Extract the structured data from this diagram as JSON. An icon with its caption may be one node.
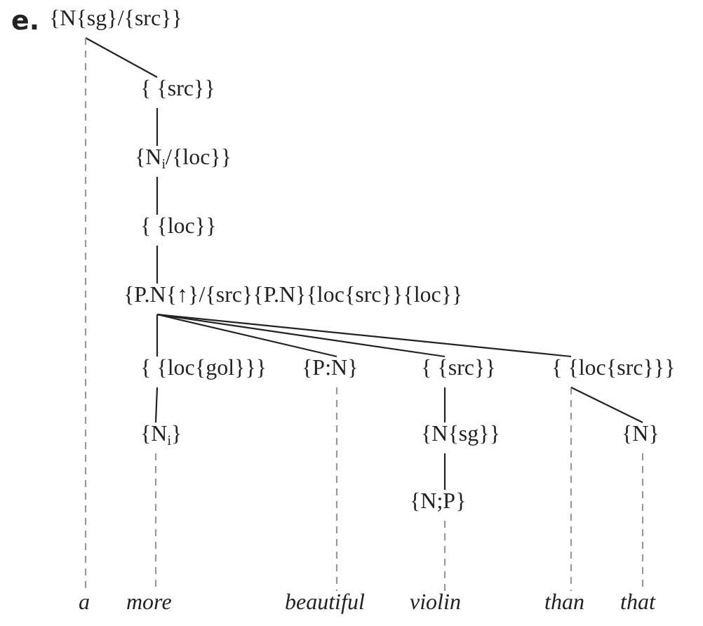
{
  "diagram": {
    "nodes": [
      {
        "text": [
          "{N{sg}/{src}}"
        ]
      },
      {
        "text": [
          "{ {src}}"
        ]
      },
      {
        "text": [
          "{N$_{i}$/{loc}}"
        ]
      },
      {
        "text": [
          "{ {loc}}"
        ]
      },
      {
        "text": [
          "{P.N{↑}/{src}{P.N}{loc{src}}{loc}}"
        ]
      },
      {
        "text": [
          "{ {loc{gol}}}"
        ]
      },
      {
        "text": [
          "{P:N}"
        ]
      },
      {
        "text": [
          "{ {src}}"
        ]
      },
      {
        "text": [
          "{ {loc{src}}}"
        ]
      },
      {
        "text": [
          "{N$_{i}$}"
        ]
      },
      {
        "text": [
          "{N{sg}}"
        ]
      },
      {
        "text": [
          "{N}"
        ]
      },
      {
        "text": [
          "{N;P}"
        ]
      },
      {
        "text": [
          "a"
        ]
      },
      {
        "text": [
          "more"
        ]
      },
      {
        "text": [
          "beautiful"
        ]
      },
      {
        "text": [
          "violin"
        ]
      },
      {
        "text": [
          "than"
        ]
      },
      {
        "text": [
          "that"
        ]
      }
    ],
    "edges": [
      {
        "from": 0,
        "to": 1,
        "arrow": "none"
      },
      {
        "from": 0,
        "to": 13,
        "arrow": "none",
        "style": "dashed",
        "color": "#999999"
      },
      {
        "from": 1,
        "to": 2,
        "arrow": "none"
      },
      {
        "from": 2,
        "to": 3,
        "arrow": "none"
      },
      {
        "from": 3,
        "to": 4,
        "arrow": "none"
      },
      {
        "from": 4,
        "to": 5,
        "arrow": "none"
      },
      {
        "from": 4,
        "to": 6,
        "arrow": "none"
      },
      {
        "from": 4,
        "to": 7,
        "arrow": "none"
      },
      {
        "from": 4,
        "to": 8,
        "arrow": "none"
      },
      {
        "from": 5,
        "to": 9,
        "arrow": "none"
      },
      {
        "from": 9,
        "to": 14,
        "arrow": "none",
        "style": "dashed",
        "color": "#999999"
      },
      {
        "from": 6,
        "to": 15,
        "arrow": "none",
        "style": "dashed",
        "color": "#999999"
      },
      {
        "from": 7,
        "to": 10,
        "arrow": "none"
      },
      {
        "from": 10,
        "to": 12,
        "arrow": "none"
      },
      {
        "from": 12,
        "to": 16,
        "arrow": "none",
        "style": "dashed",
        "color": "#999999"
      },
      {
        "from": 8,
        "to": 17,
        "arrow": "none",
        "style": "dashed",
        "color": "#999999"
      },
      {
        "from": 8,
        "to": 11,
        "arrow": "none"
      },
      {
        "from": 11,
        "to": 18,
        "arrow": "none",
        "style": "dashed",
        "color": "#999999"
      }
    ],
    "labels": [
      "e."
    ]
  }
}
